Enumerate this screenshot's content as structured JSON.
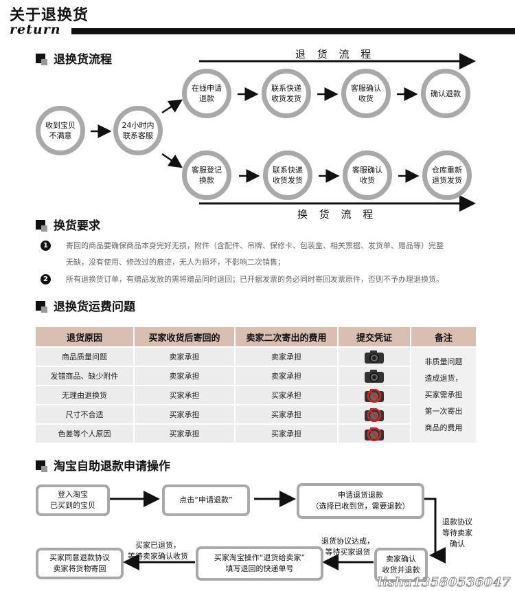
{
  "header": {
    "title": "关于退换货",
    "subtitle": "return"
  },
  "sections": {
    "flow": "退换货流程",
    "requirements": "换货要求",
    "shipping": "退换货运费问题",
    "taobao": "淘宝自助退款申请操作"
  },
  "flow": {
    "return_label": "退 货 流 程",
    "exchange_label": "换 货 流 程",
    "start": "收到宝贝\n不满意",
    "contact": "24小时内\n联系客服",
    "return_steps": [
      "在线申请\n退款",
      "联系快递\n收货发货",
      "客服确认\n收货",
      "确认退款"
    ],
    "exchange_steps": [
      "客服登记\n换款",
      "联系快递\n收货发货",
      "客服确认\n收货",
      "仓库重新\n退货发货"
    ]
  },
  "requirements": [
    {
      "num": "1",
      "line1": "寄回的商品要确保商品本身完好无损，附件（含配件、吊牌、保修卡、包装盒、相关票据、发货单、赠品等）完整",
      "line2": "无缺，没有使用、修改过的痕迹，无人为损坏，不影响二次销售；"
    },
    {
      "num": "2",
      "line1": "所有退换货订单，有赠品发放的需将赠品同时退回；已开据发票的务必同时寄回发票原件，否则不予办理退换货。",
      "line2": ""
    }
  ],
  "shipping": {
    "headers": [
      "退货原因",
      "买家收货后寄回的",
      "卖家二次寄出的费用",
      "提交凭证",
      "备注"
    ],
    "rows": [
      {
        "reason": "商品质量问题",
        "buyer": "卖家承担",
        "seller": "卖家承担",
        "proof": "camera-icon"
      },
      {
        "reason": "发错商品、缺少附件",
        "buyer": "卖家承担",
        "seller": "卖家承担",
        "proof": "camera-icon"
      },
      {
        "reason": "无理由退换货",
        "buyer": "买家承担",
        "seller": "买家承担",
        "proof": "camera-forbidden-icon"
      },
      {
        "reason": "尺寸不合适",
        "buyer": "买家承担",
        "seller": "买家承担",
        "proof": "camera-forbidden-icon"
      },
      {
        "reason": "色差等个人原因",
        "buyer": "买家承担",
        "seller": "买家承担",
        "proof": "camera-forbidden-icon"
      }
    ],
    "note": "非质量问题\n造成退货，\n买家需承担\n第一次寄出\n商品的费用"
  },
  "taobao": {
    "step1": "登入淘宝\n已买到的宝贝",
    "step2": "点击“申请退款”",
    "step3": "申请退货退款\n（选择已收到货，需要退款）",
    "side_note": "退款协议\n等待卖家\n确认",
    "step4": "卖家确认\n收货并退款",
    "label4": "退货协议达成，\n等待买家退货",
    "step5": "买家淘宝操作“退货给卖家”\n填写退回的快递单号",
    "label5": "买家已退货，\n等待卖家确认收货",
    "step6": "买家同意退款协议\n卖家将货物寄回"
  },
  "watermark": "lisha13580536047"
}
